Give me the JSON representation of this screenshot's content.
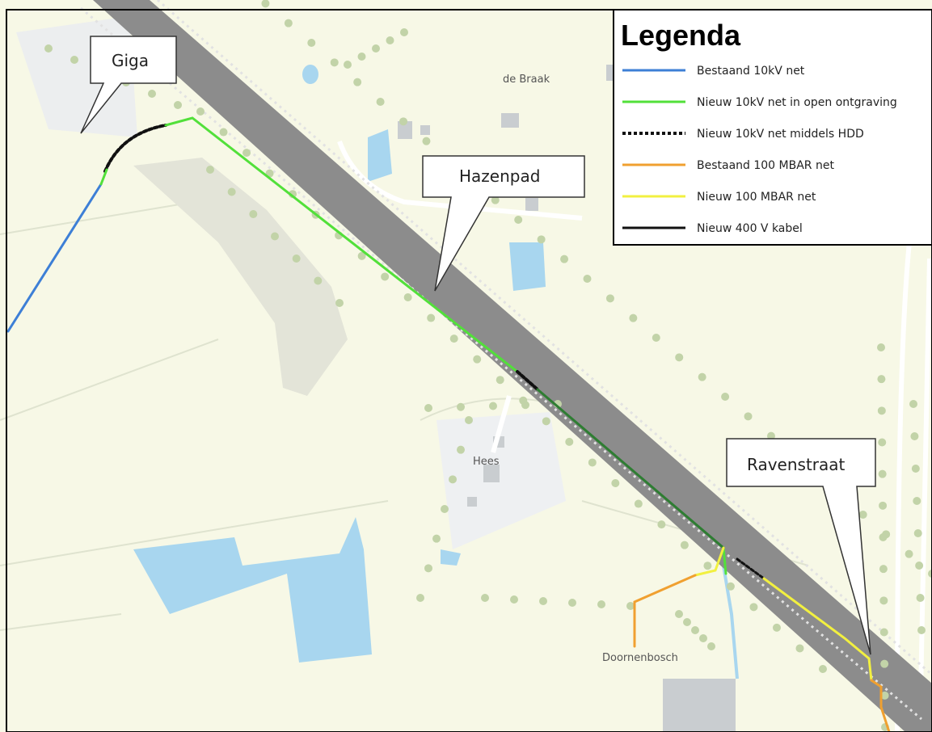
{
  "legend": {
    "title": "Legenda",
    "items": [
      {
        "label": "Bestaand 10kV net",
        "color": "#3d7fd6",
        "dash": "none"
      },
      {
        "label": "Nieuw 10kV net in open ontgraving",
        "color": "#52e03a",
        "dash": "none"
      },
      {
        "label": "Nieuw 10kV net middels HDD",
        "color": "#111111",
        "dash": "4,3"
      },
      {
        "label": "Bestaand 100 MBAR net",
        "color": "#f0a030",
        "dash": "none"
      },
      {
        "label": "Nieuw 100 MBAR net",
        "color": "#f2f040",
        "dash": "none"
      },
      {
        "label": "Nieuw 400 V kabel",
        "color": "#111111",
        "dash": "none"
      }
    ]
  },
  "callouts": {
    "giga": "Giga",
    "hazenpad": "Hazenpad",
    "ravenstraat": "Ravenstraat"
  },
  "places": {
    "de_braak": "de Braak",
    "hees": "Hees",
    "doornenbosch": "Doornenbosch"
  },
  "colors": {
    "land": "#f7f8e6",
    "water": "#a8d6ef",
    "road": "#8c8c8c",
    "tree": "#c2d3a8",
    "building": "#c9cdd0"
  }
}
